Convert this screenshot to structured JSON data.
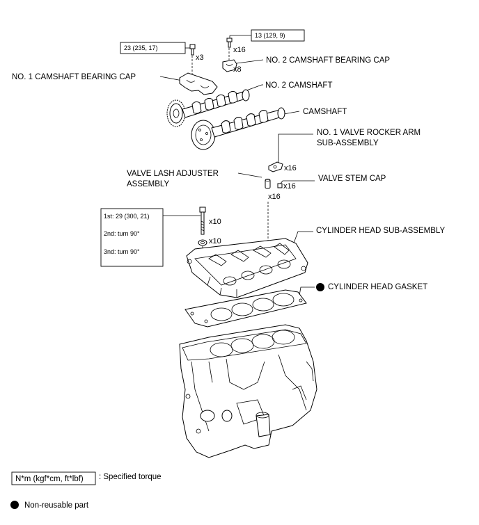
{
  "torque_boxes": {
    "bearing_cap_no1_bolt": "23 (235, 17)",
    "bearing_cap_no2_bolt": "13 (129, 9)",
    "head_bolt_step1": "1st: 29 (300, 21)",
    "head_bolt_step2": "2nd: turn 90°",
    "head_bolt_step3": "3nd: turn 90°"
  },
  "quantities": {
    "no1_cap_bolt": "x3",
    "no2_cap_bolt": "x16",
    "no2_cap": "x8",
    "rocker_arm": "x16",
    "stem_cap": "x16",
    "lash_adjuster": "x16",
    "head_bolt": "x10",
    "head_washer": "x10"
  },
  "labels": {
    "no2_bearing_cap": "NO. 2 CAMSHAFT BEARING CAP",
    "no1_bearing_cap": "NO. 1 CAMSHAFT BEARING CAP",
    "no2_camshaft": "NO. 2 CAMSHAFT",
    "camshaft": "CAMSHAFT",
    "rocker_arm_line1": "NO. 1 VALVE ROCKER ARM",
    "rocker_arm_line2": "SUB-ASSEMBLY",
    "lash_adjuster_line1": "VALVE LASH ADJUSTER",
    "lash_adjuster_line2": "ASSEMBLY",
    "stem_cap": "VALVE STEM CAP",
    "cylinder_head": "CYLINDER HEAD SUB-ASSEMBLY",
    "head_gasket": "CYLINDER HEAD GASKET"
  },
  "legend": {
    "torque_box_text": "N*m (kgf*cm, ft*lbf)",
    "torque_desc": ": Specified torque",
    "nonreusable_desc": "Non-reusable part"
  }
}
